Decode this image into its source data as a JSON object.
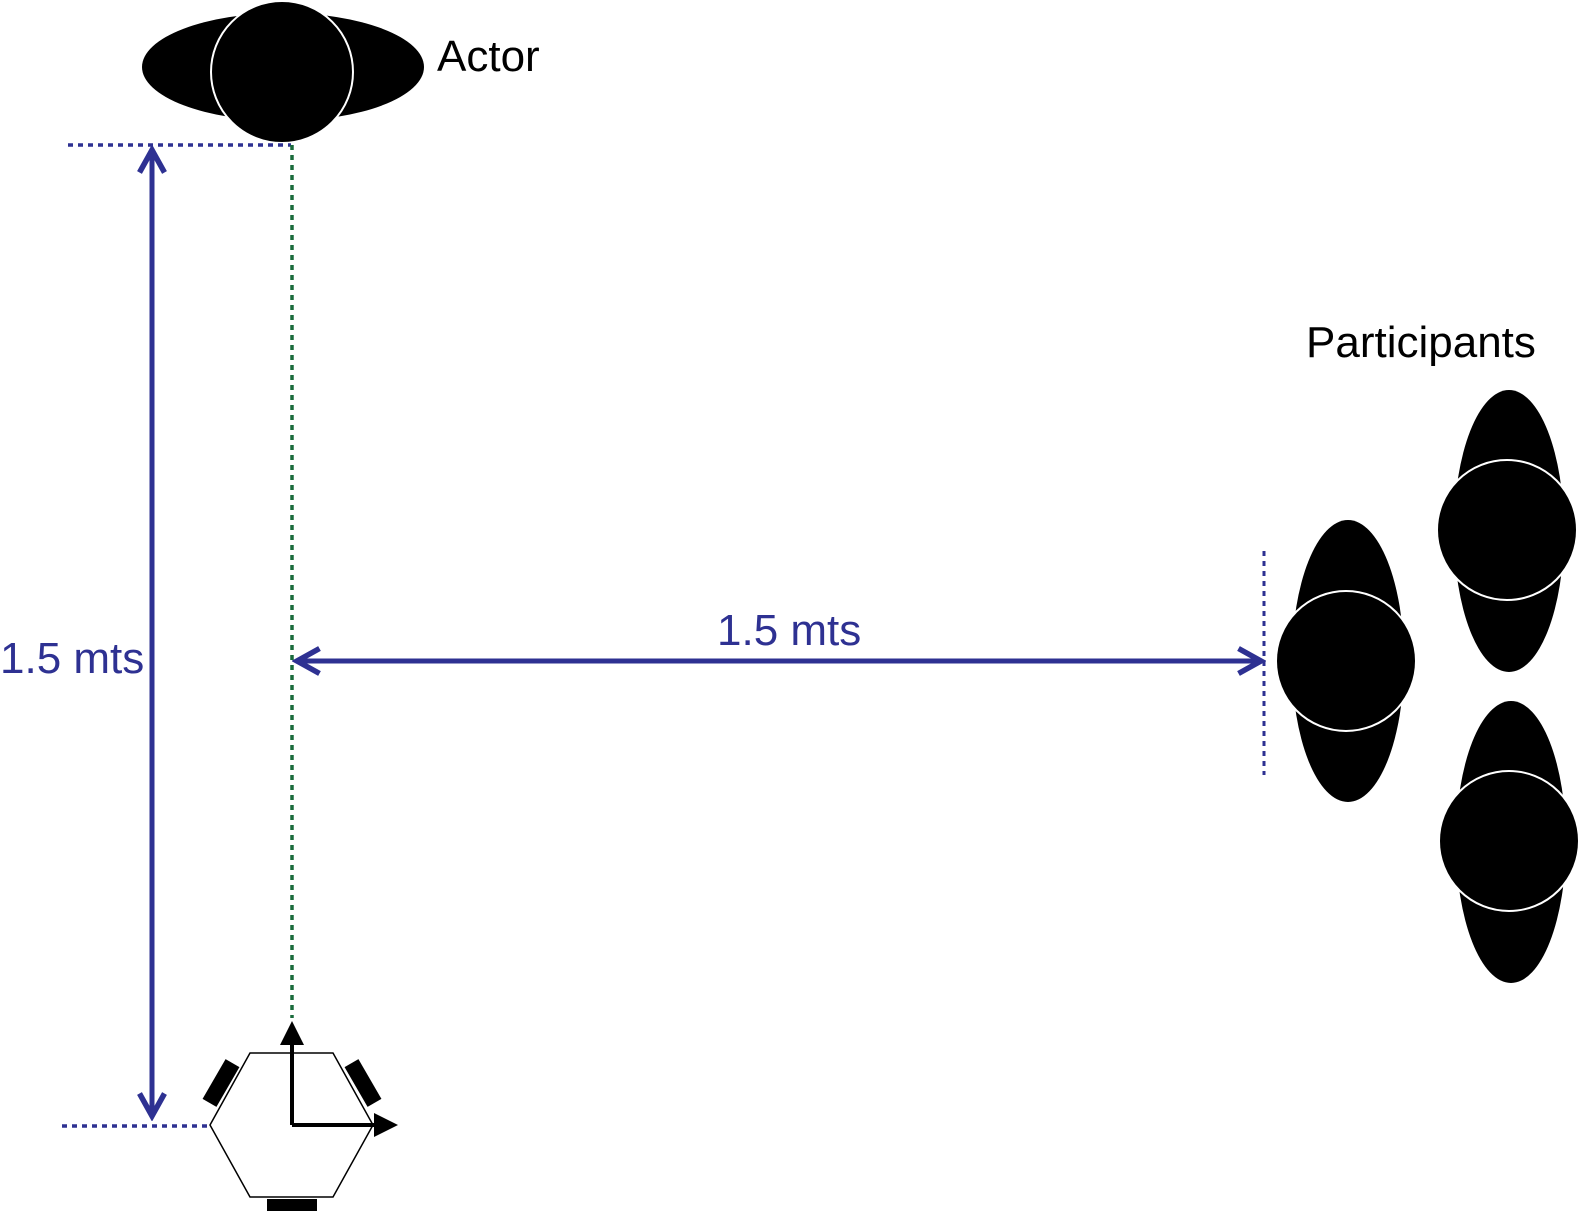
{
  "labels": {
    "actor": "Actor",
    "participants": "Participants",
    "vertical_distance": "1.5 mts",
    "horizontal_distance": "1.5 mts"
  },
  "colors": {
    "dimension": "#2e3192",
    "sight_line": "#1a6b3c",
    "figure": "#000000",
    "background": "#ffffff"
  }
}
